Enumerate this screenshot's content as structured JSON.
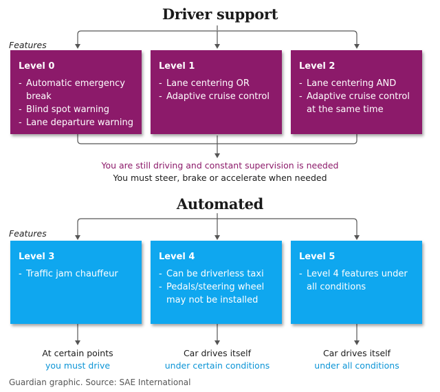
{
  "driver_support": {
    "title": "Driver support",
    "features_label": "Features",
    "levels": [
      {
        "title": "Level 0",
        "items": [
          "Automatic emergency break",
          "Blind spot warning",
          "Lane departure warning"
        ]
      },
      {
        "title": "Level 1",
        "items": [
          "Lane centering OR",
          "Adaptive cruise control"
        ]
      },
      {
        "title": "Level 2",
        "items": [
          "Lane centering AND",
          "Adaptive cruise control at the same time"
        ]
      }
    ],
    "message_line1": "You are still driving and constant supervision is needed",
    "message_line2": "You must steer, brake or accelerate when needed"
  },
  "automated": {
    "title": "Automated",
    "features_label": "Features",
    "levels": [
      {
        "title": "Level 3",
        "items": [
          "Traffic jam chauffeur"
        ],
        "caption1": "At certain points",
        "caption2": "you must drive"
      },
      {
        "title": "Level 4",
        "items": [
          "Can be driverless taxi",
          "Pedals/steering wheel may not be installed"
        ],
        "caption1": "Car drives itself",
        "caption2": "under certain conditions"
      },
      {
        "title": "Level 5",
        "items": [
          "Level 4 features under all conditions"
        ],
        "caption1": "Car drives itself",
        "caption2": "under all conditions"
      }
    ]
  },
  "source": "Guardian graphic. Source: SAE International",
  "colors": {
    "purple": "#8c1a6a",
    "blue": "#0fa7ef",
    "caption_blue": "#0b94d6",
    "line": "#555555"
  }
}
